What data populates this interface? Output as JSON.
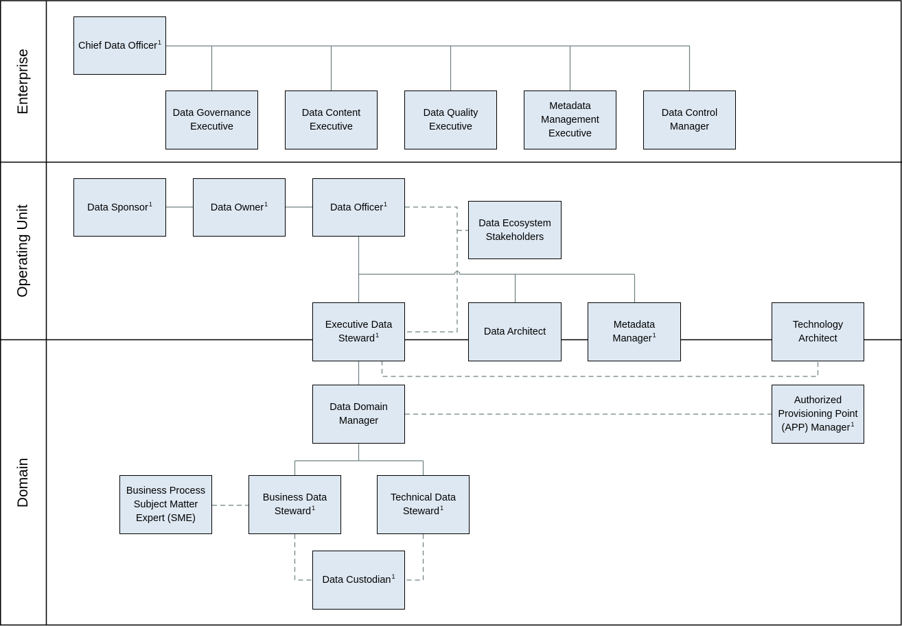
{
  "lanes": [
    {
      "label": "Enterprise"
    },
    {
      "label": "Operating Unit"
    },
    {
      "label": "Domain"
    }
  ],
  "roles": {
    "cdo": {
      "text": "Chief Data Officer",
      "sup": "1"
    },
    "dg_exec": {
      "text": "Data Governance\nExecutive",
      "sup": ""
    },
    "dc_exec": {
      "text": "Data Content\nExecutive",
      "sup": ""
    },
    "dq_exec": {
      "text": "Data Quality\nExecutive",
      "sup": ""
    },
    "mm_exec": {
      "text": "Metadata\nManagement\nExecutive",
      "sup": ""
    },
    "dctrl_mgr": {
      "text": "Data Control\nManager",
      "sup": ""
    },
    "sponsor": {
      "text": "Data Sponsor",
      "sup": "1"
    },
    "owner": {
      "text": "Data Owner",
      "sup": "1"
    },
    "officer": {
      "text": "Data Officer",
      "sup": "1"
    },
    "ecosystem": {
      "text": "Data Ecosystem\nStakeholders",
      "sup": ""
    },
    "exec_steward": {
      "text": "Executive Data\nSteward",
      "sup": "1"
    },
    "architect": {
      "text": "Data Architect",
      "sup": ""
    },
    "meta_mgr": {
      "text": "Metadata\nManager",
      "sup": "1"
    },
    "tech_arch": {
      "text": "Technology\nArchitect",
      "sup": ""
    },
    "domain_mgr": {
      "text": "Data Domain\nManager",
      "sup": ""
    },
    "app_mgr": {
      "text": "Authorized\nProvisioning Point\n(APP) Manager",
      "sup": "1"
    },
    "sme": {
      "text": "Business Process\nSubject Matter\nExpert (SME)",
      "sup": ""
    },
    "biz_steward": {
      "text": "Business Data\nSteward",
      "sup": "1"
    },
    "tech_steward": {
      "text": "Technical Data\nSteward",
      "sup": "1"
    },
    "custodian": {
      "text": "Data Custodian",
      "sup": "1"
    }
  },
  "colors": {
    "box_fill": "#dee8f2",
    "box_border": "#000000",
    "connector": "#6d7f80",
    "lane_border": "#000000"
  }
}
